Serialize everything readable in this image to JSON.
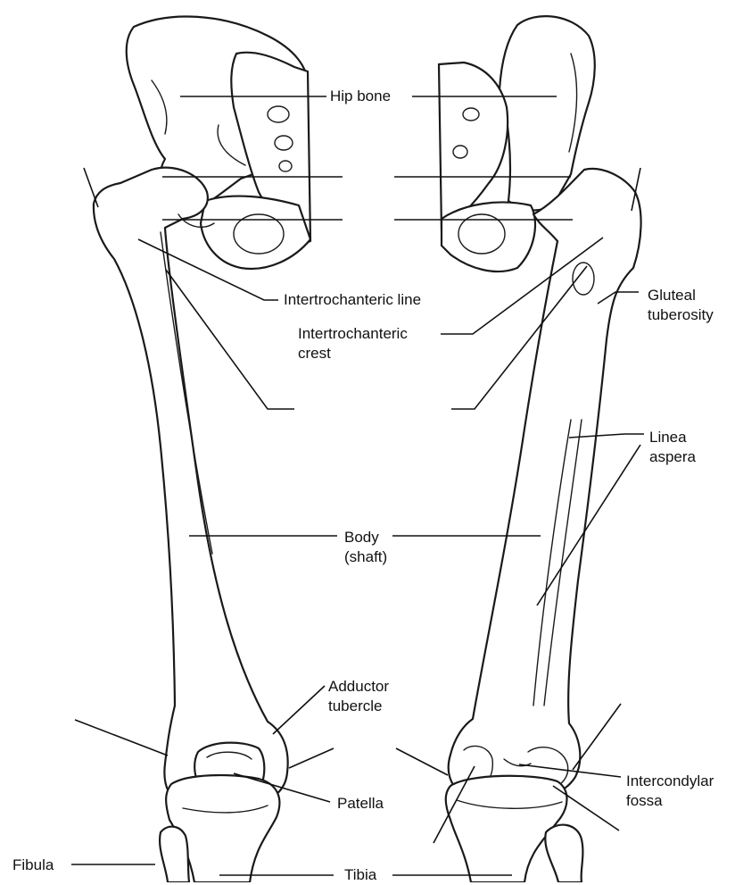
{
  "labels": {
    "hip_bone": "Hip bone",
    "intertrochanteric_line": "Intertrochanteric line",
    "intertrochanteric_crest": "Intertrochanteric\ncrest",
    "gluteal_tuberosity": "Gluteal\ntuberosity",
    "linea_aspera": "Linea\naspera",
    "body_shaft": "Body\n(shaft)",
    "adductor_tubercle": "Adductor\ntubercle",
    "patella": "Patella",
    "intercondylar_fossa": "Intercondylar\nfossa",
    "fibula": "Fibula",
    "tibia": "Tibia"
  }
}
